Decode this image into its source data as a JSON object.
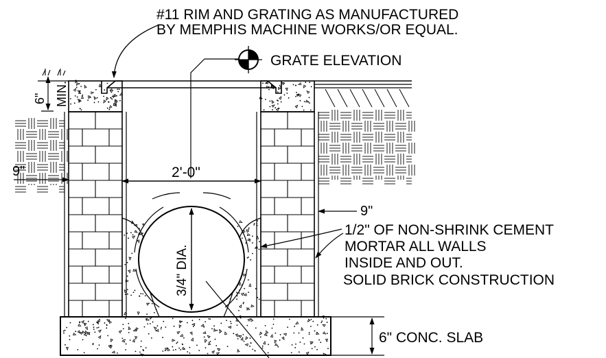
{
  "labels": {
    "rim_line1": "#11 RIM AND GRATING AS MANUFACTURED",
    "rim_line2": "BY MEMPHIS MACHINE WORKS/OR EQUAL.",
    "grate_elevation": "GRATE ELEVATION",
    "depth_6in": "6\"",
    "min": "MIN.",
    "wall_9in_left": "9\"",
    "width_2ft": "2'-0\"",
    "wall_9in_right": "9\"",
    "mortar_line1": "1/2\" OF NON-SHRINK CEMENT",
    "mortar_line2": "MORTAR ALL WALLS",
    "mortar_line3": "INSIDE AND OUT.",
    "brick_note": "SOLID BRICK CONSTRUCTION",
    "pipe_dia": "3/4\" DIA.",
    "slab": "6\" CONC. SLAB"
  },
  "colors": {
    "ink": "#000000",
    "paper": "#ffffff"
  }
}
